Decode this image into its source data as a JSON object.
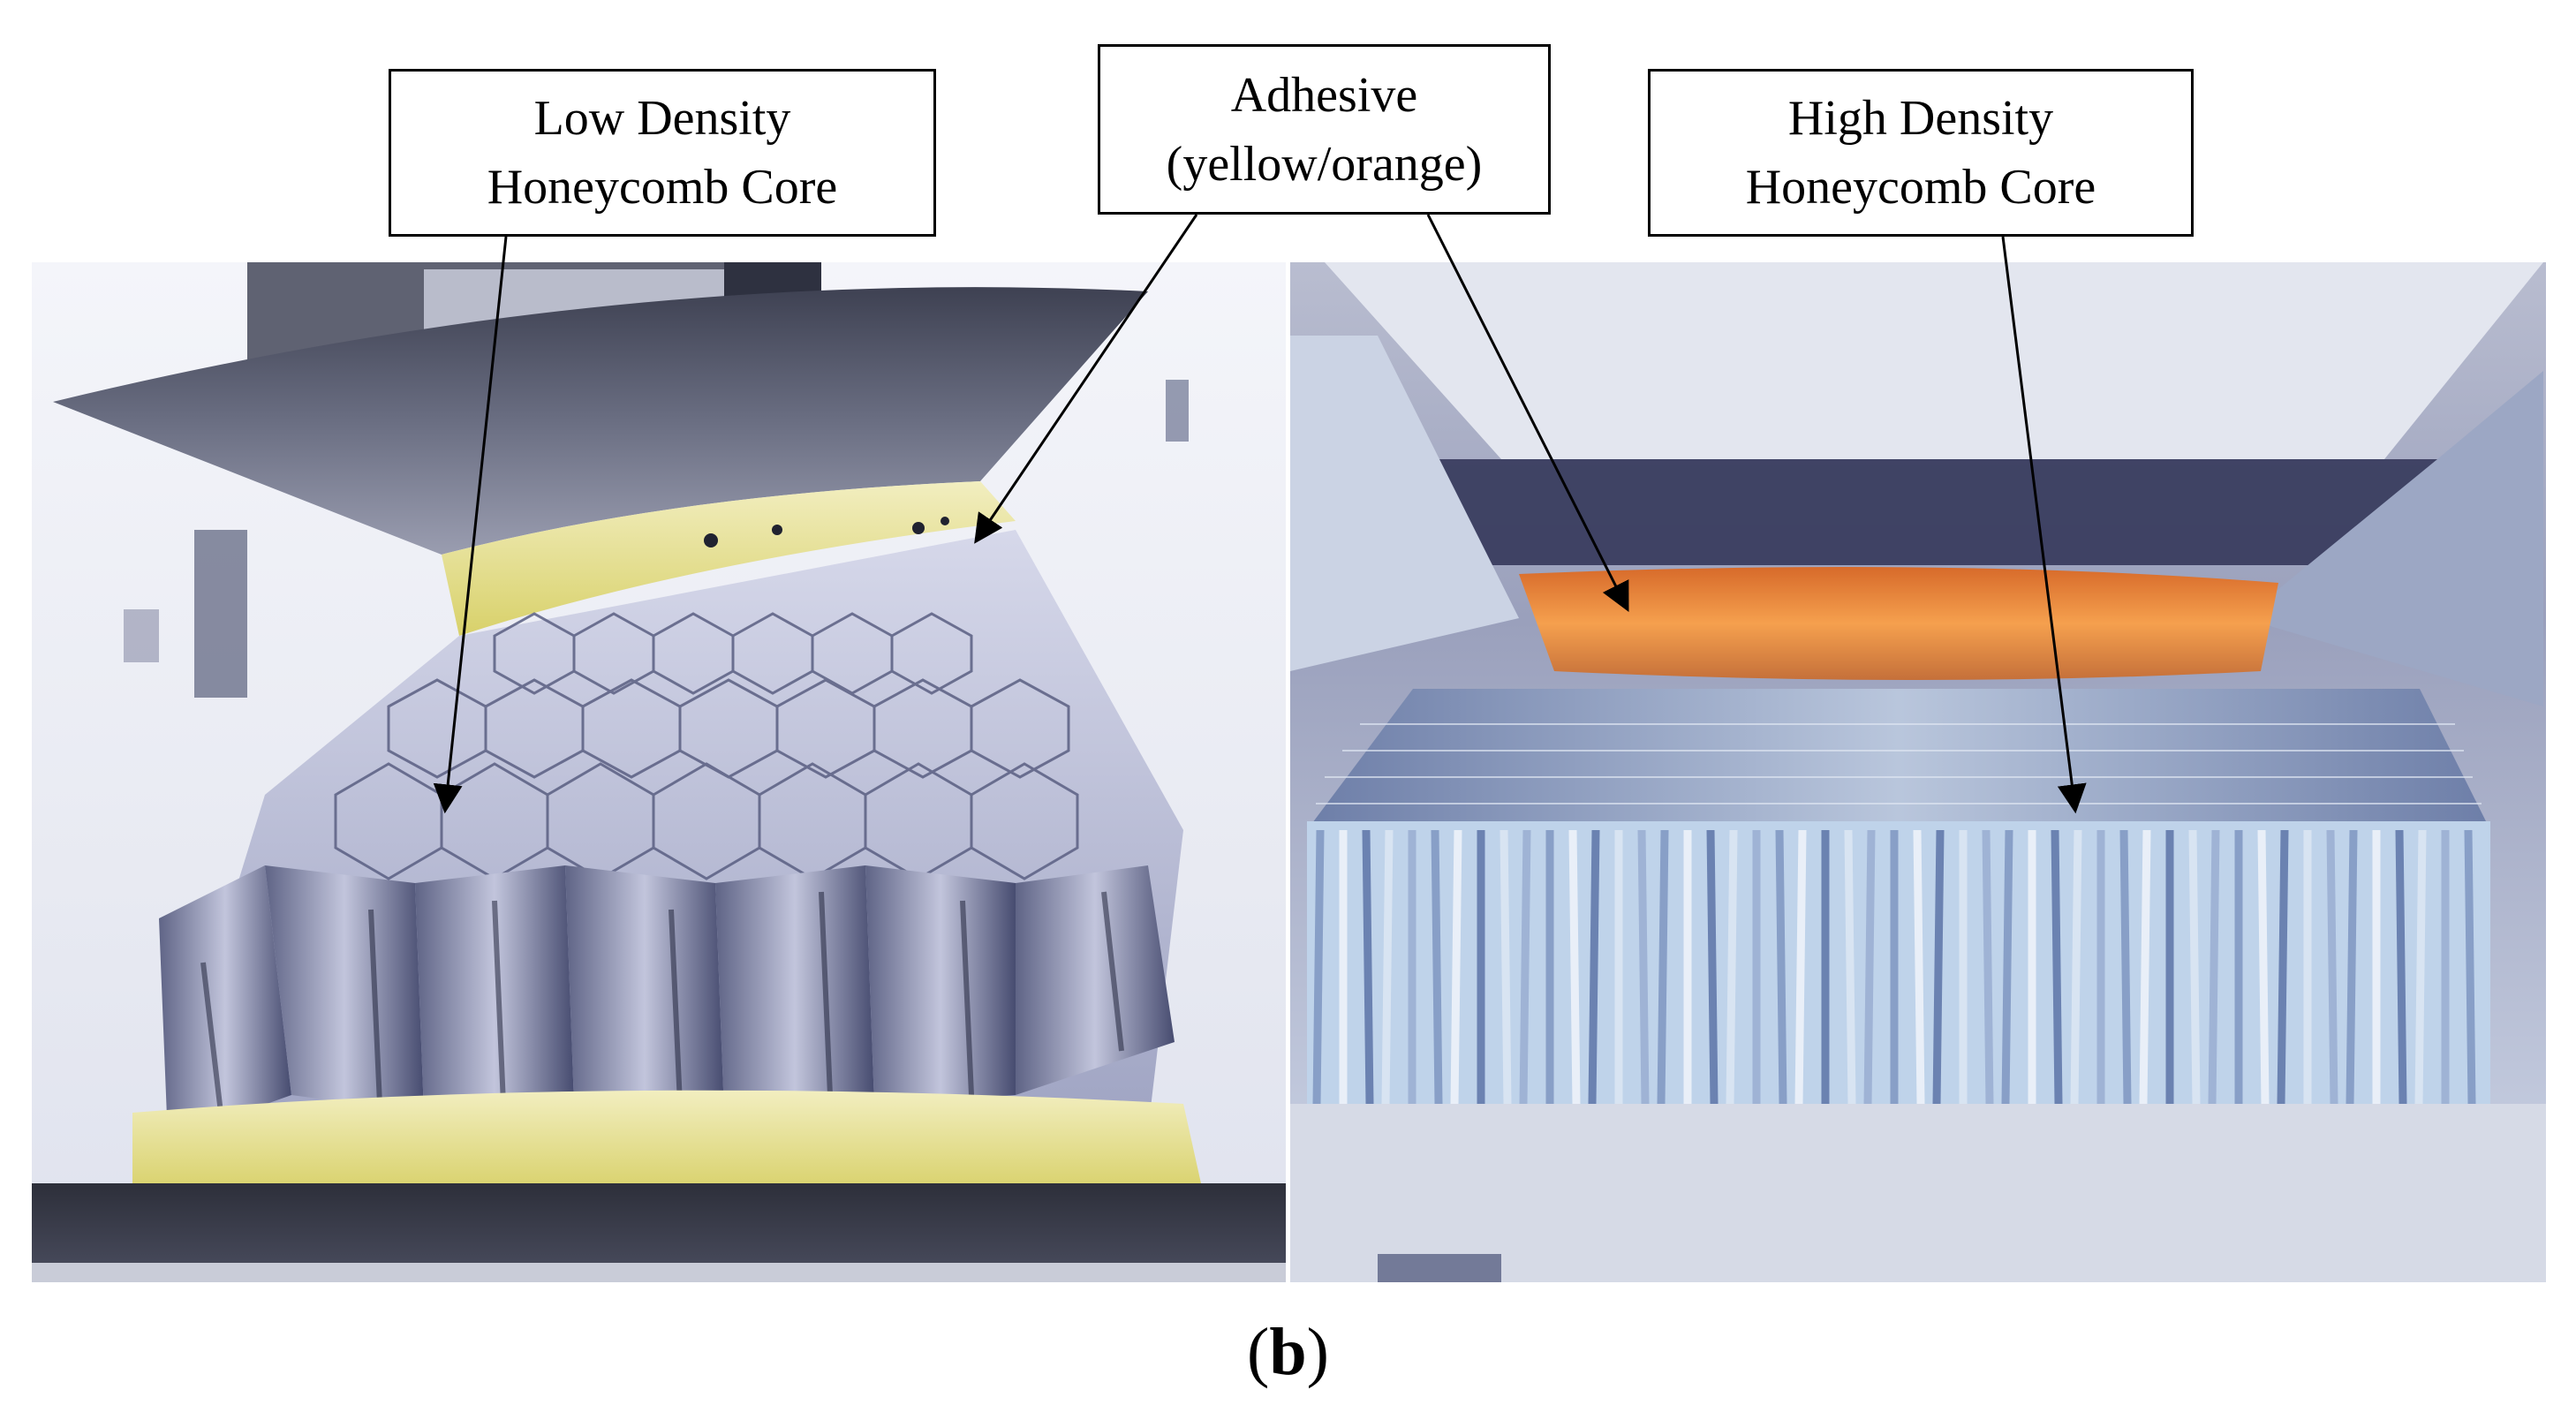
{
  "labels": {
    "low_density": {
      "line1": "Low Density",
      "line2": "Honeycomb Core"
    },
    "adhesive": {
      "line1": "Adhesive",
      "line2": "(yellow/orange)"
    },
    "high_density": {
      "line1": "High Density",
      "line2": "Honeycomb Core"
    }
  },
  "caption": {
    "open": "(",
    "letter": "b",
    "close": ")"
  },
  "colors": {
    "adhesive_left": "#e6e07a",
    "adhesive_right": "#f08a3c",
    "platen": "#55596a",
    "steel": "#8e93a8",
    "honeycomb_light": "#c8cbe0",
    "honeycomb_dark": "#3a3f5e",
    "high_core": "#bcd2ea"
  }
}
